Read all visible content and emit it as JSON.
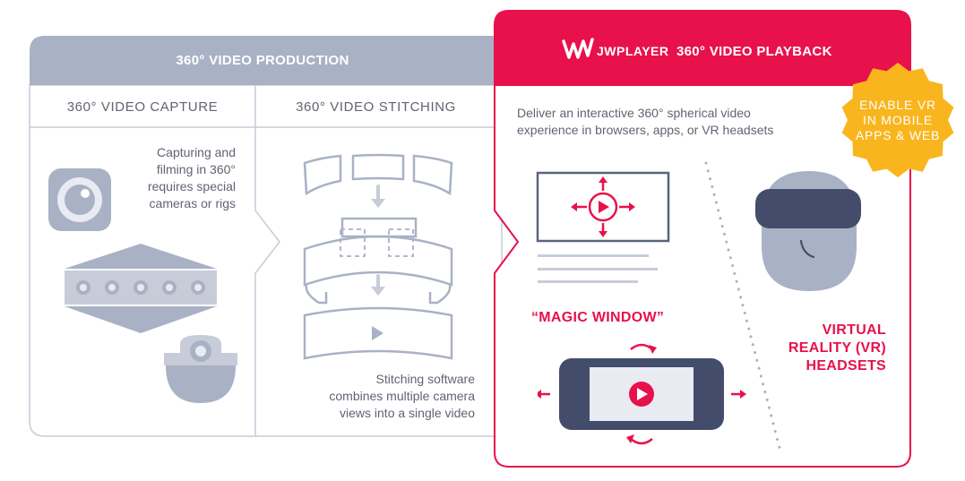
{
  "production": {
    "header": "360° VIDEO PRODUCTION",
    "capture": {
      "title": "360° VIDEO CAPTURE",
      "description": [
        "Capturing and",
        "filming in 360°",
        "requires special",
        "cameras or rigs"
      ]
    },
    "stitching": {
      "title": "360° VIDEO STITCHING",
      "description": [
        "Stitching software",
        "combines multiple camera",
        "views into a single video"
      ]
    }
  },
  "playback": {
    "brand": "JWPLAYER",
    "header": "360° VIDEO PLAYBACK",
    "description": [
      "Deliver an interactive 360° spherical video",
      "experience in browsers, apps, or VR headsets"
    ],
    "magic_window": "“MAGIC WINDOW”",
    "vr": [
      "VIRTUAL",
      "REALITY (VR)",
      "HEADSETS"
    ]
  },
  "badge": [
    "ENABLE VR",
    "IN MOBILE",
    "APPS & WEB"
  ],
  "colors": {
    "brand_red": "#e8114b",
    "slate": "#a9b1c5",
    "navy": "#434d6b",
    "badge_yellow": "#f9b51d",
    "text_gray": "#5f6472"
  },
  "icons": {
    "capture": [
      "camera-lens-icon",
      "multi-lens-rig-icon",
      "dome-camera-icon"
    ],
    "stitching": [
      "stitching-panels-icon"
    ],
    "playback": [
      "browser-360-video-icon",
      "mobile-phone-video-icon",
      "vr-headset-head-icon"
    ]
  }
}
